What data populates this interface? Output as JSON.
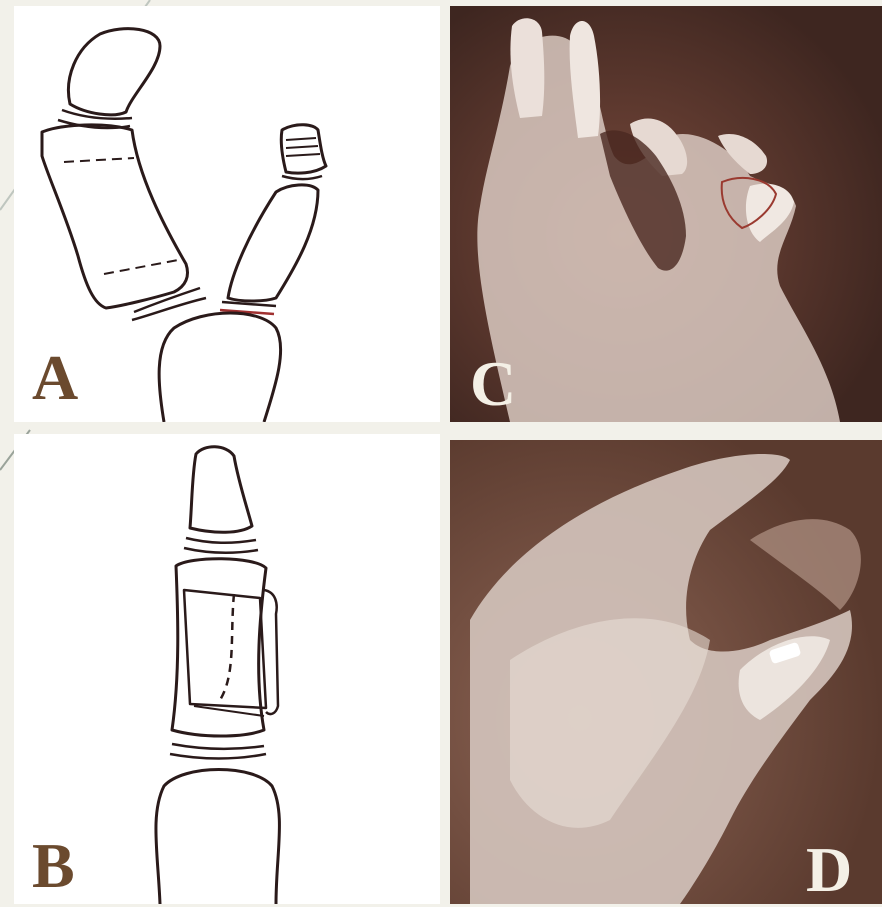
{
  "figure": {
    "panels": [
      {
        "id": "a",
        "label": "A",
        "kind": "line-drawing"
      },
      {
        "id": "b",
        "label": "B",
        "kind": "line-drawing"
      },
      {
        "id": "c",
        "label": "C",
        "kind": "radiograph"
      },
      {
        "id": "d",
        "label": "D",
        "kind": "radiograph"
      }
    ]
  },
  "colors": {
    "background": "#f2f1ea",
    "label_dark": "#6b4a2e",
    "label_light": "#f4f0e6",
    "outline": "#2a1a1a"
  }
}
